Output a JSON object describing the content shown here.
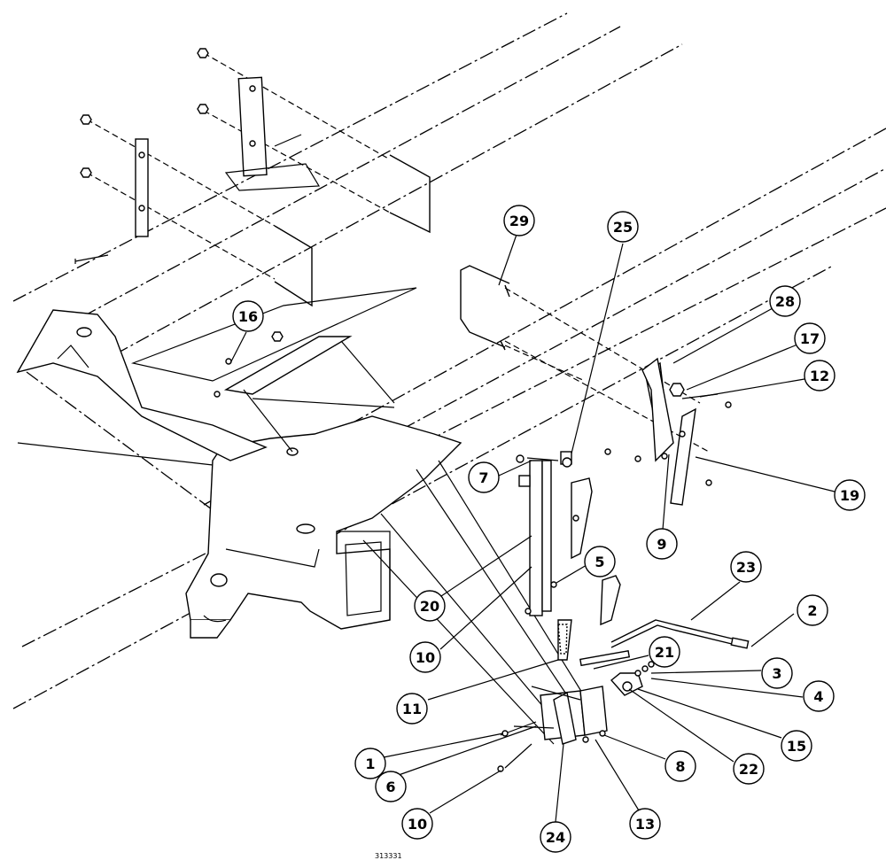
{
  "diagram": {
    "callouts": [
      {
        "id": "c29",
        "label": "29"
      },
      {
        "id": "c25",
        "label": "25"
      },
      {
        "id": "c28",
        "label": "28"
      },
      {
        "id": "c17",
        "label": "17"
      },
      {
        "id": "c12",
        "label": "12"
      },
      {
        "id": "c16",
        "label": "16"
      },
      {
        "id": "c19",
        "label": "19"
      },
      {
        "id": "c7",
        "label": "7"
      },
      {
        "id": "c9",
        "label": "9"
      },
      {
        "id": "c5",
        "label": "5"
      },
      {
        "id": "c20",
        "label": "20"
      },
      {
        "id": "c23",
        "label": "23"
      },
      {
        "id": "c2",
        "label": "2"
      },
      {
        "id": "c10a",
        "label": "10"
      },
      {
        "id": "c21",
        "label": "21"
      },
      {
        "id": "c3",
        "label": "3"
      },
      {
        "id": "c11",
        "label": "11"
      },
      {
        "id": "c4",
        "label": "4"
      },
      {
        "id": "c15",
        "label": "15"
      },
      {
        "id": "c1",
        "label": "1"
      },
      {
        "id": "c8",
        "label": "8"
      },
      {
        "id": "c22",
        "label": "22"
      },
      {
        "id": "c6",
        "label": "6"
      },
      {
        "id": "c10b",
        "label": "10"
      },
      {
        "id": "c13",
        "label": "13"
      },
      {
        "id": "c24",
        "label": "24"
      }
    ],
    "drawing_number": "313331"
  }
}
